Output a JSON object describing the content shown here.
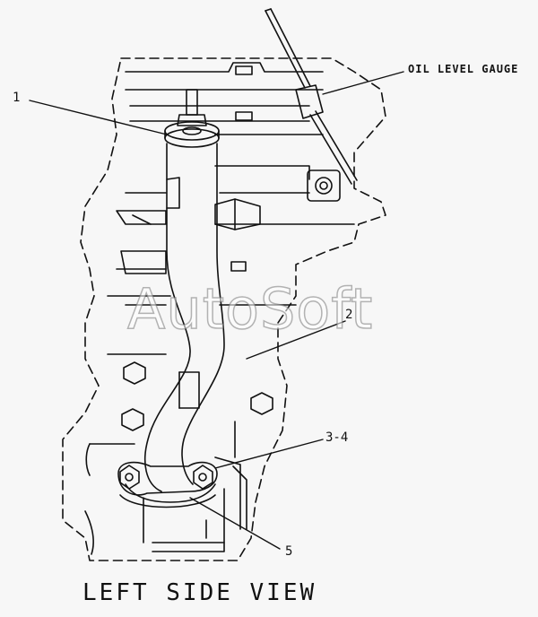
{
  "labels": {
    "oil_level_gauge": "OIL LEVEL GAUGE",
    "part_1": "1",
    "part_2": "2",
    "part_3_4": "3-4",
    "part_5": "5"
  },
  "caption": "LEFT SIDE VIEW",
  "watermark": "AutoSoft"
}
